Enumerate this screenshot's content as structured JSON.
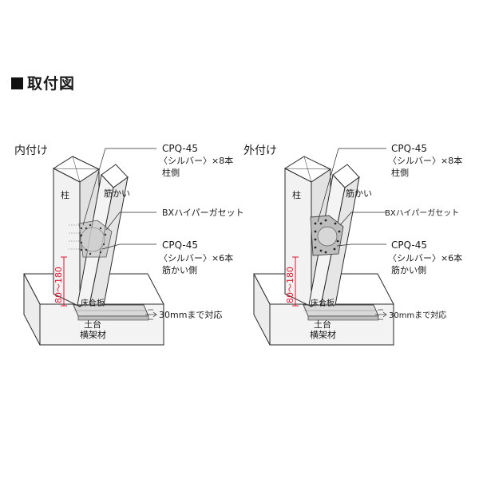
{
  "page": {
    "title": "取付図"
  },
  "left": {
    "heading": "内付け",
    "post_label": "柱",
    "brace_label": "筋かい",
    "sill_label_1": "土台",
    "sill_label_2": "横架材",
    "floor_label": "床合板",
    "dimension_label": "80～180",
    "screw_top_model": "CPQ-45",
    "screw_top_spec": "〈シルバー〉×8本",
    "screw_top_side": "柱側",
    "gusset_label": "BXハイパーガセット",
    "screw_bottom_model": "CPQ-45",
    "screw_bottom_spec": "〈シルバー〉×6本",
    "screw_bottom_side": "筋かい側",
    "clearance_label": "30mmまで対応"
  },
  "right": {
    "heading": "外付け",
    "post_label": "柱",
    "brace_label": "筋かい",
    "sill_label_1": "土台",
    "sill_label_2": "横架材",
    "floor_label": "床合板",
    "dimension_label": "80～180",
    "screw_top_model": "CPQ-45",
    "screw_top_spec": "〈シルバー〉×8本",
    "screw_top_side": "柱側",
    "gusset_label": "BXハイパーガセット",
    "screw_bottom_model": "CPQ-45",
    "screw_bottom_spec": "〈シルバー〉×6本",
    "screw_bottom_side": "筋かい側",
    "clearance_label": "30mmまで対応"
  },
  "colors": {
    "line": "#2a2a2a",
    "wood_face": "#f2f2f2",
    "wood_side": "#e4e4e4",
    "wood_top": "#ffffff",
    "floor_board": "#bdbdbd",
    "dimension_red": "#e0142e",
    "plate_gray": "#b8b8b8"
  }
}
